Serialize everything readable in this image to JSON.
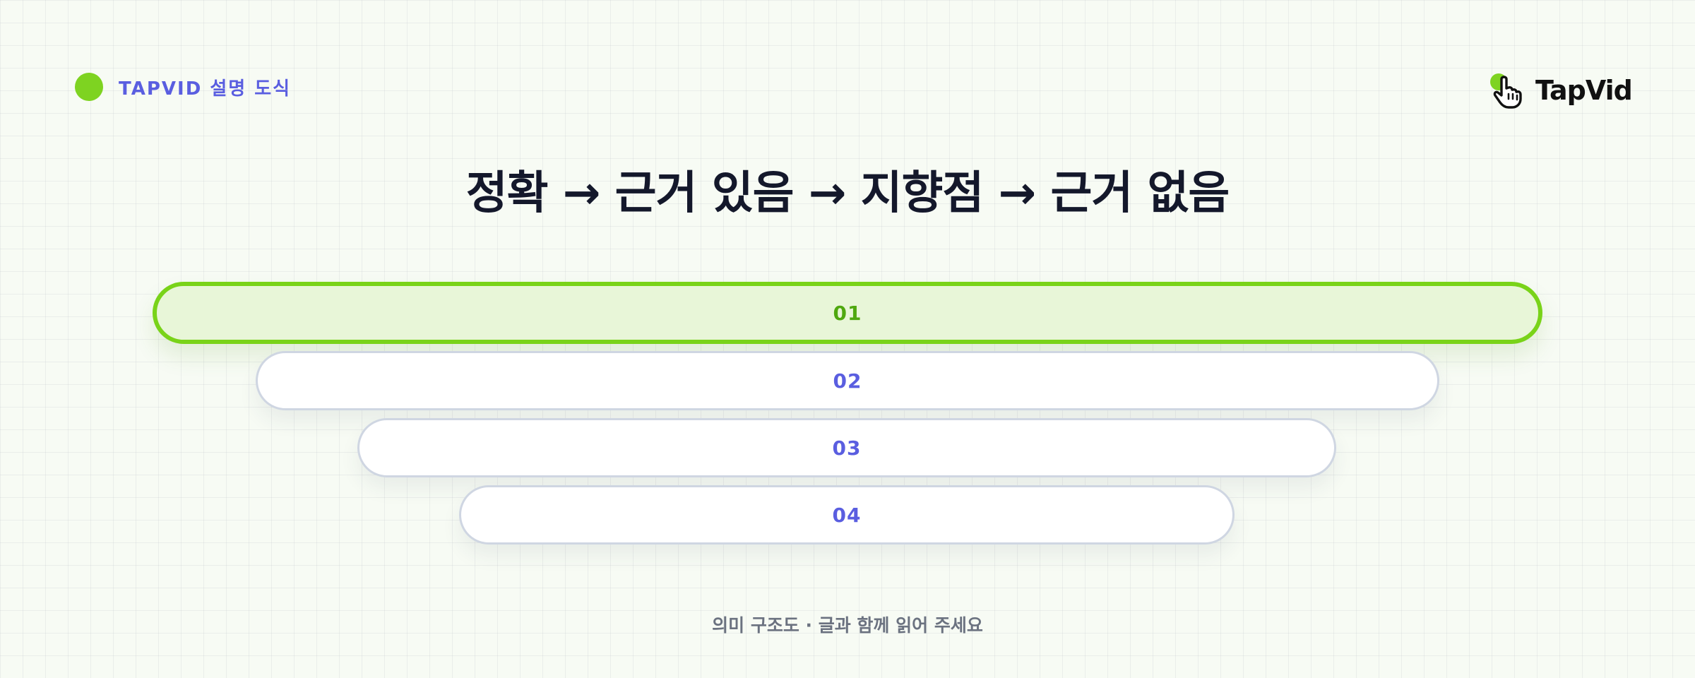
{
  "header": {
    "kicker": "TAPVID 설명 도식"
  },
  "logo": {
    "text": "TapVid",
    "icon": "hand-pointer-icon",
    "accent_color": "#7ed321"
  },
  "title": "정확 → 근거 있음 → 지향점 → 근거 없음",
  "tiers": [
    {
      "label": "01",
      "active": true
    },
    {
      "label": "02",
      "active": false
    },
    {
      "label": "03",
      "active": false
    },
    {
      "label": "04",
      "active": false
    }
  ],
  "footer": {
    "caption": "의미 구조도 · 글과 함께 읽어 주세요"
  },
  "colors": {
    "accent_green": "#7ed321",
    "active_fill": "#e8f6d8",
    "label_indigo": "#5a5ee0",
    "title_dark": "#14182b",
    "tier_border": "#cfd6e2"
  }
}
